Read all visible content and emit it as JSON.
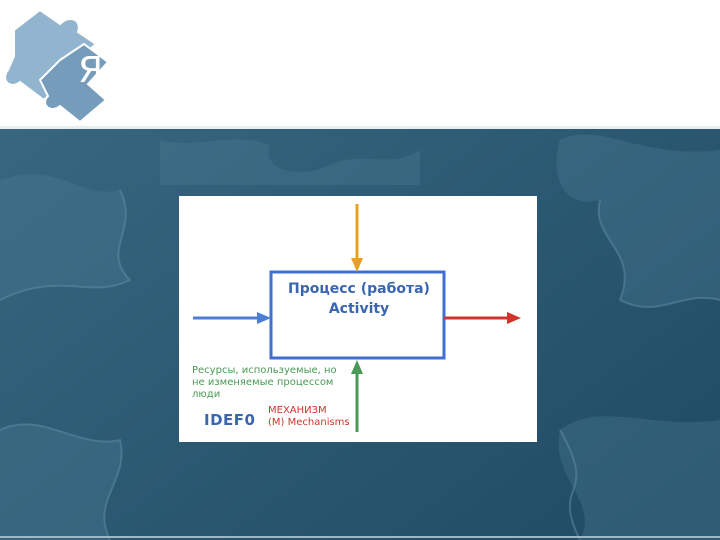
{
  "slide": {
    "title": "Язык описания процесса IDEF0"
  },
  "diagram": {
    "activity_line1": "Процесс (работа)",
    "activity_line2": "Activity",
    "resources_lines": [
      "Ресурсы, используемые, но",
      "не изменяемые процессом",
      "люди"
    ],
    "idef_label": "IDEF0",
    "mechanism_line1": "МЕХАНИЗМ",
    "mechanism_line2": "(M) Mechanisms"
  },
  "colors": {
    "background": "#2a5670",
    "control_arrow": "#e8a020",
    "input_arrow": "#4a7fd4",
    "output_arrow": "#d0342c",
    "mechanism_arrow": "#4a9a55",
    "box_border": "#3f6fd0"
  }
}
